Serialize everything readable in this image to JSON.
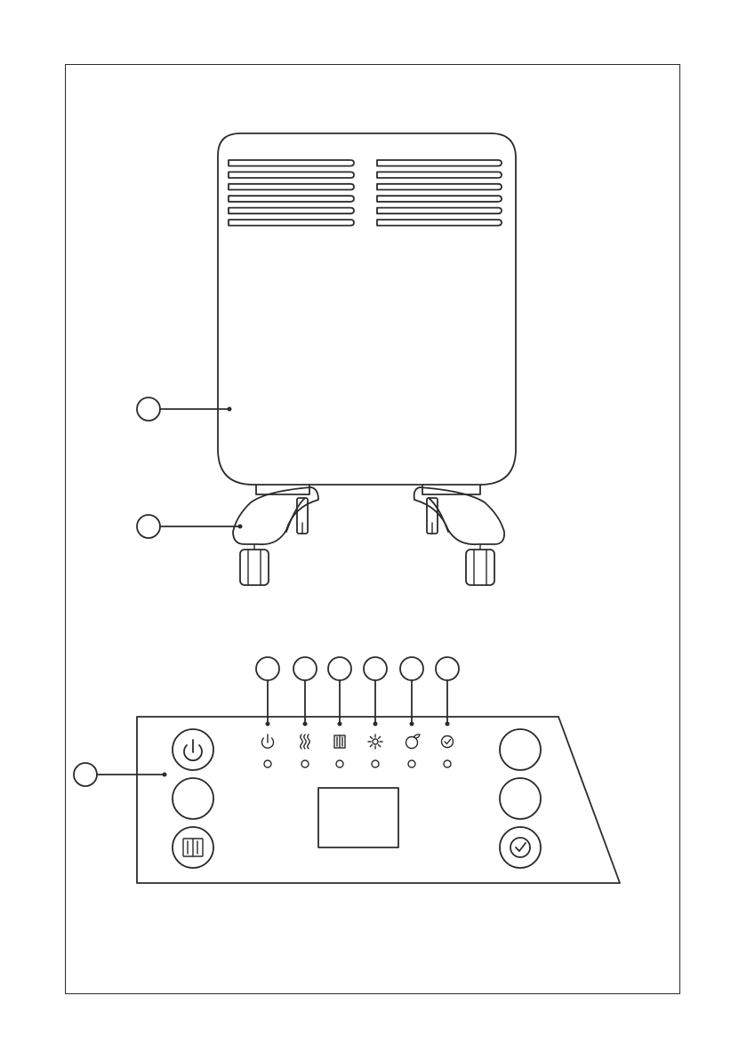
{
  "figure": {
    "heater": {
      "grille_rows": 6,
      "callouts": [
        "body",
        "feet"
      ]
    },
    "control_panel": {
      "indicators": [
        "power-icon",
        "heat-waves-icon",
        "display-icon",
        "sun-icon",
        "eco-leaf-icon",
        "clock-icon"
      ],
      "left_buttons": [
        "power-icon",
        "blank",
        "display-icon"
      ],
      "right_buttons": [
        "blank",
        "blank",
        "clock-icon"
      ]
    }
  },
  "colors": {
    "line": "#2b2b2b",
    "background": "#ffffff"
  }
}
